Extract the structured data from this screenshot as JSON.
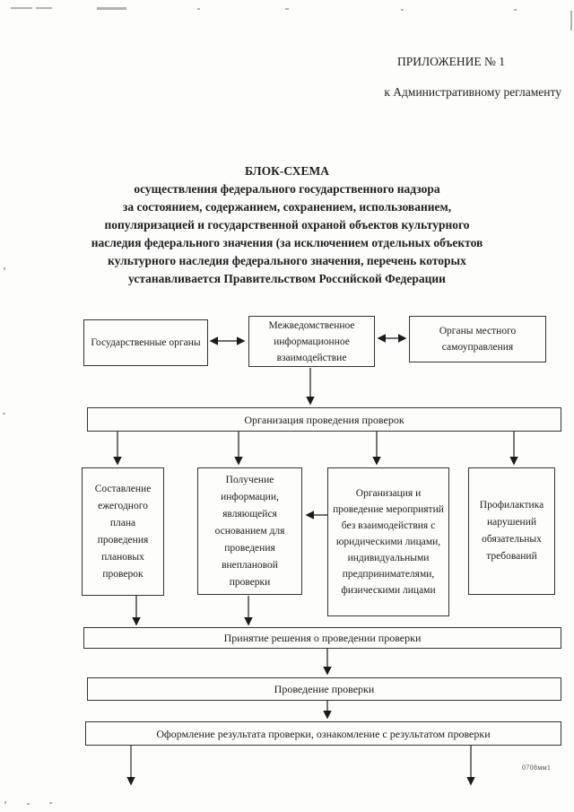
{
  "header": {
    "appendix": "ПРИЛОЖЕНИЕ № 1",
    "regulation": "к Административному регламенту"
  },
  "title": {
    "heading": "БЛОК-СХЕМА",
    "lines": [
      "осуществления федерального государственного надзора",
      "за состоянием, содержанием, сохранением, использованием,",
      "популяризацией и государственной охраной объектов культурного",
      "наследия федерального значения (за исключением отдельных объектов",
      "культурного наследия федерального значения, перечень которых",
      "устанавливается Правительством Российской Федерации"
    ]
  },
  "flowchart": {
    "top_row": [
      {
        "label": "Государственные органы"
      },
      {
        "label": "Межведомственное информационное взаимодействие"
      },
      {
        "label": "Органы местного самоуправления"
      }
    ],
    "organize": "Организация проведения проверок",
    "middle_row": [
      {
        "label": "Составление ежегодного плана проведения плановых проверок"
      },
      {
        "label": "Получение информации, являющейся основанием для проведения внеплановой проверки"
      },
      {
        "label": "Организация и проведение мероприятий без взаимодействия с юридическими лицами, индивидуальными предпринимателями, физическими лицами"
      },
      {
        "label": "Профилактика нарушений обязательных требований"
      }
    ],
    "decision": "Принятие решения о проведении проверки",
    "inspection": "Проведение проверки",
    "result": "Оформление результата проверки, ознакомление с результатом проверки"
  },
  "footer": {
    "doc_code": "0708мм1"
  },
  "colors": {
    "ink": "#1b1b1b",
    "border": "#343434",
    "paper": "#fdfdfc"
  }
}
